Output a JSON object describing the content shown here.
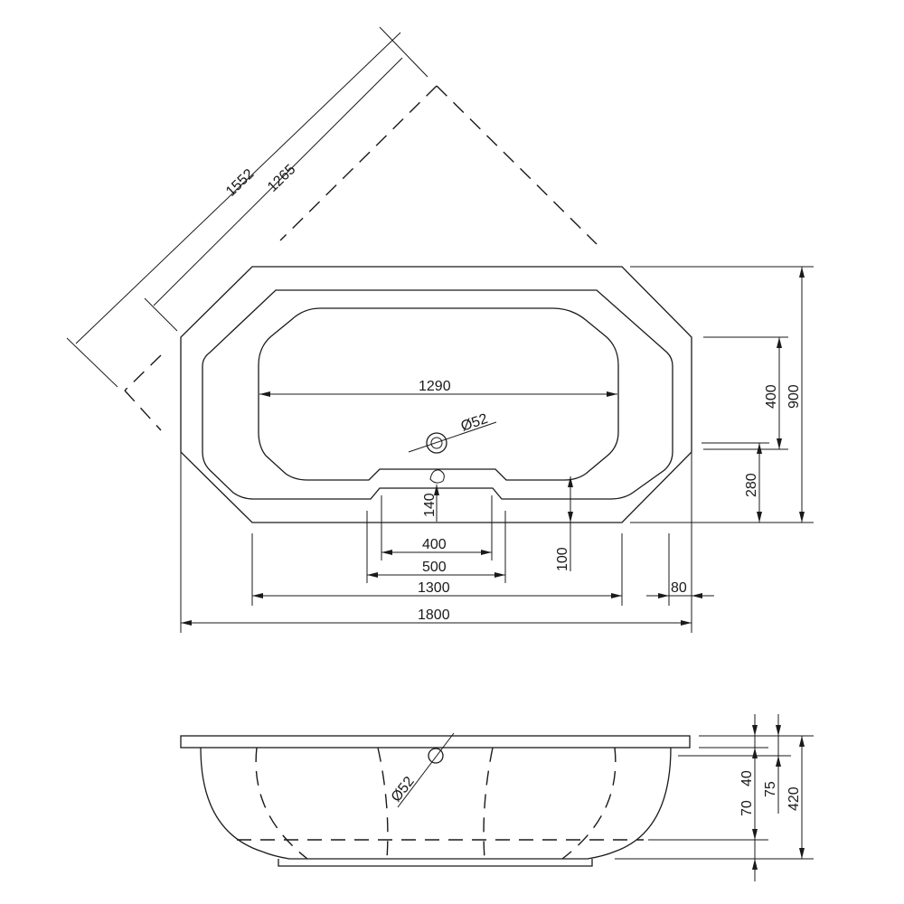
{
  "dimensions": {
    "diag_outer": "1552",
    "diag_inner": "1265",
    "inner_width": "1290",
    "drain_dia_top": "Ø52",
    "side_400": "400",
    "height_900": "900",
    "side_280": "280",
    "depth_140": "140",
    "offset_100": "100",
    "seat_400": "400",
    "seat_500": "500",
    "width_1300": "1300",
    "bevel_80": "80",
    "length_1800": "1800",
    "drain_dia_side": "Ø52",
    "rim_40": "40",
    "rim_75": "75",
    "base_70": "70",
    "total_420": "420"
  }
}
